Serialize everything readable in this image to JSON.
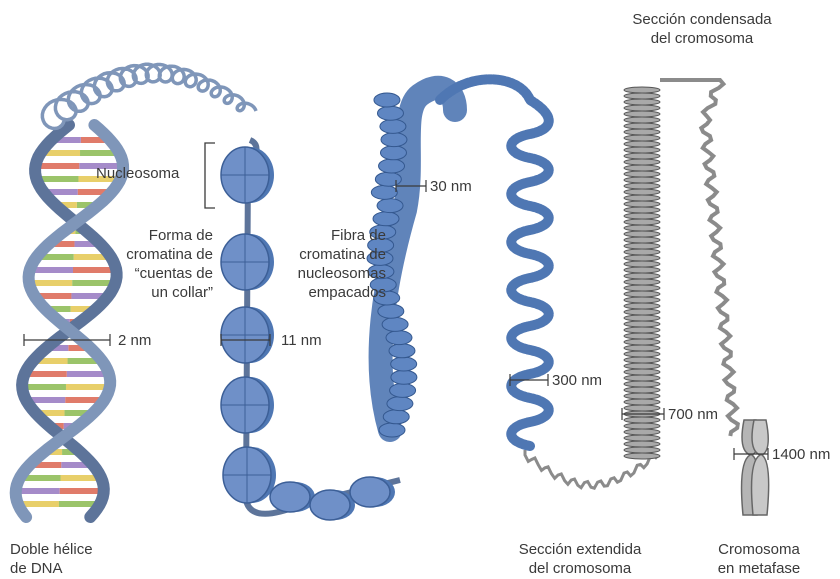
{
  "labels": {
    "dna_helix": "Doble hélice\nde DNA",
    "nucleosome": "Nucleosoma",
    "beads_on_string": "Forma de\ncromatina de\n“cuentas de\nun collar”",
    "packed_fiber": "Fibra de\ncromatina de\nnucleosomas\nempacados",
    "extended_section": "Sección extendida\ndel cromosoma",
    "condensed_section": "Sección condensada\ndel cromosoma",
    "metaphase": "Cromosoma\nen metafase"
  },
  "measurements": {
    "dna": "2 nm",
    "beads": "11 nm",
    "fiber": "30 nm",
    "extended": "300 nm",
    "condensed": "700 nm",
    "metaphase": "1400 nm"
  },
  "colors": {
    "strand": "#7f96b9",
    "strand_dark": "#5d749a",
    "nucleosome": "#6f90c8",
    "fiber": "#4f77b3",
    "gray": "#8b8b8b",
    "text": "#3a3a3a",
    "base_pairs": [
      "#e07b6a",
      "#9bc46a",
      "#a58bc9",
      "#e8cf6a"
    ]
  }
}
